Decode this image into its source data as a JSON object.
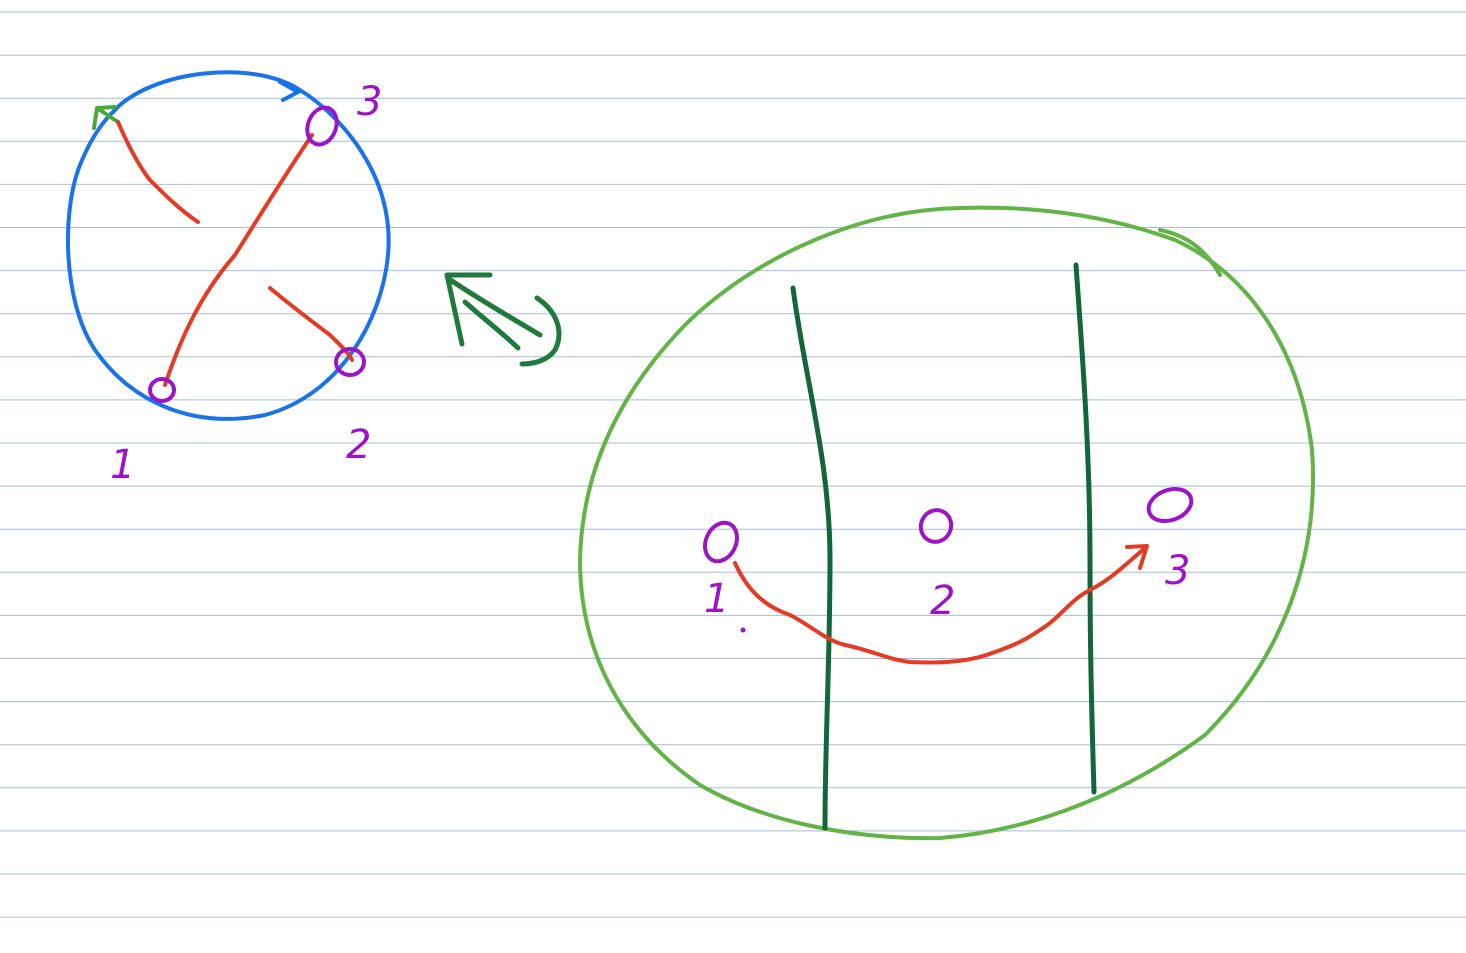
{
  "colors": {
    "paper": "#ffffff",
    "ruled_line": "#a9bcdd",
    "circle": "#1a73e8",
    "disc": "#62b446",
    "strand": "#e53a24",
    "vertex": "#9c13c8",
    "line": "#13663a",
    "arrow": "#1f7a3c",
    "small_arrow": "#4aa83a"
  },
  "left_diagram": {
    "labels": {
      "point_1": "1",
      "point_2": "2",
      "point_3": "3"
    }
  },
  "right_diagram": {
    "labels": {
      "point_1": "1",
      "point_2": "2",
      "point_3": "3"
    }
  },
  "icons": {
    "equivalence": "double-headed-arrow-icon"
  }
}
